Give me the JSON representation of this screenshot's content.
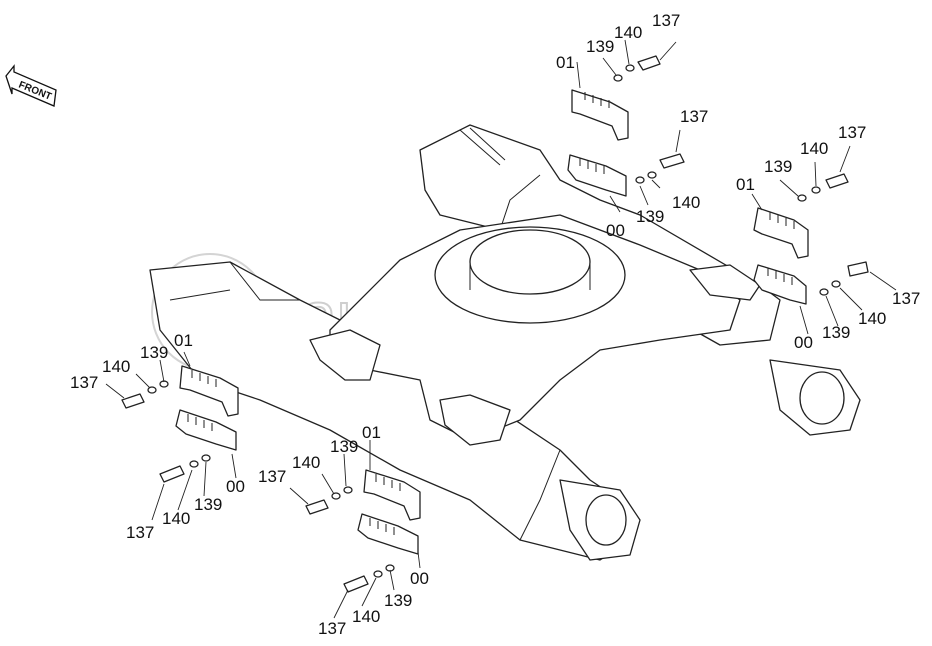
{
  "diagram": {
    "front_label": "FRONT",
    "watermark": "autopiter.ru",
    "callouts": [
      {
        "id": "tr-137",
        "text": "137"
      },
      {
        "id": "tr-140",
        "text": "140"
      },
      {
        "id": "tr-139",
        "text": "139"
      },
      {
        "id": "tr-01",
        "text": "01"
      },
      {
        "id": "tr2-137",
        "text": "137"
      },
      {
        "id": "tr2-140",
        "text": "140"
      },
      {
        "id": "tr2-139",
        "text": "139"
      },
      {
        "id": "tr2-00",
        "text": "00"
      },
      {
        "id": "r-137",
        "text": "137"
      },
      {
        "id": "r-140",
        "text": "140"
      },
      {
        "id": "r-139",
        "text": "139"
      },
      {
        "id": "r-01",
        "text": "01"
      },
      {
        "id": "r2-137",
        "text": "137"
      },
      {
        "id": "r2-140",
        "text": "140"
      },
      {
        "id": "r2-139",
        "text": "139"
      },
      {
        "id": "r2-00",
        "text": "00"
      },
      {
        "id": "l-137",
        "text": "137"
      },
      {
        "id": "l-140",
        "text": "140"
      },
      {
        "id": "l-139",
        "text": "139"
      },
      {
        "id": "l-01",
        "text": "01"
      },
      {
        "id": "l2-137",
        "text": "137"
      },
      {
        "id": "l2-140",
        "text": "140"
      },
      {
        "id": "l2-139",
        "text": "139"
      },
      {
        "id": "l2-00",
        "text": "00"
      },
      {
        "id": "m-137",
        "text": "137"
      },
      {
        "id": "m-140",
        "text": "140"
      },
      {
        "id": "m-139",
        "text": "139"
      },
      {
        "id": "m-01",
        "text": "01"
      },
      {
        "id": "m2-137",
        "text": "137"
      },
      {
        "id": "m2-140",
        "text": "140"
      },
      {
        "id": "m2-139",
        "text": "139"
      },
      {
        "id": "m2-00",
        "text": "00"
      }
    ]
  }
}
